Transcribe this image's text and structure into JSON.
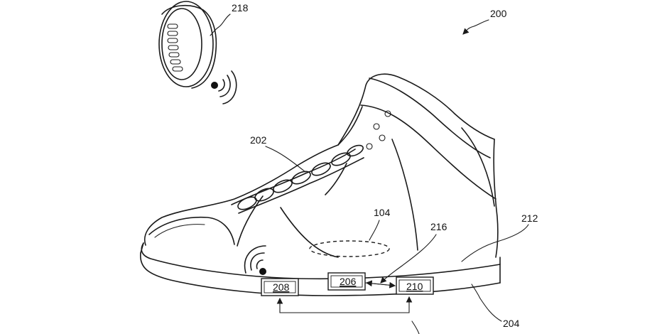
{
  "figure": {
    "ref_200": "200",
    "ref_218": "218",
    "ref_202": "202",
    "ref_104": "104",
    "ref_216": "216",
    "ref_212": "212",
    "ref_204": "204",
    "box_208": "208",
    "box_206": "206",
    "box_210": "210"
  }
}
